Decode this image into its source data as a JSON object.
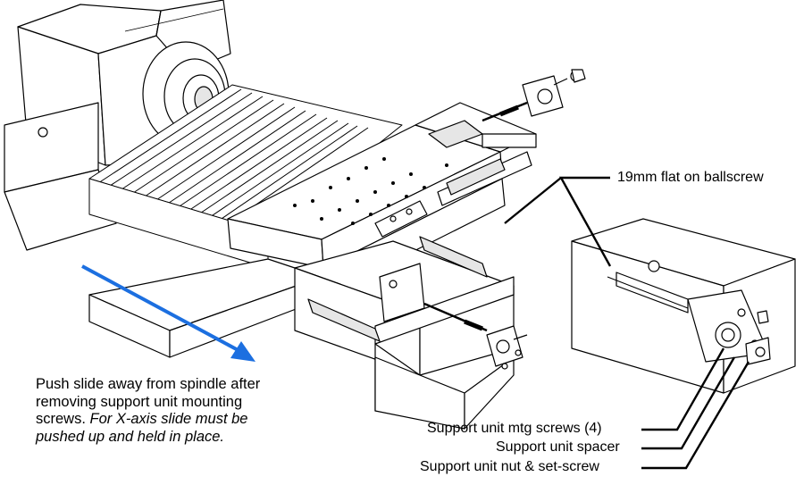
{
  "callouts": {
    "flat": "19mm flat on ballscrew",
    "mtg_screws": "Support unit mtg screws (4)",
    "spacer": "Support unit spacer",
    "nut": "Support unit nut & set-screw"
  },
  "instruction": {
    "main": "Push slide away from spindle after removing support unit mounting screws.",
    "note": "For X-axis slide must be pushed up and held in place."
  },
  "colors": {
    "arrow": "#1c6fe0",
    "line": "#000000",
    "fill": "#ffffff",
    "shade": "#e6e6e6"
  }
}
